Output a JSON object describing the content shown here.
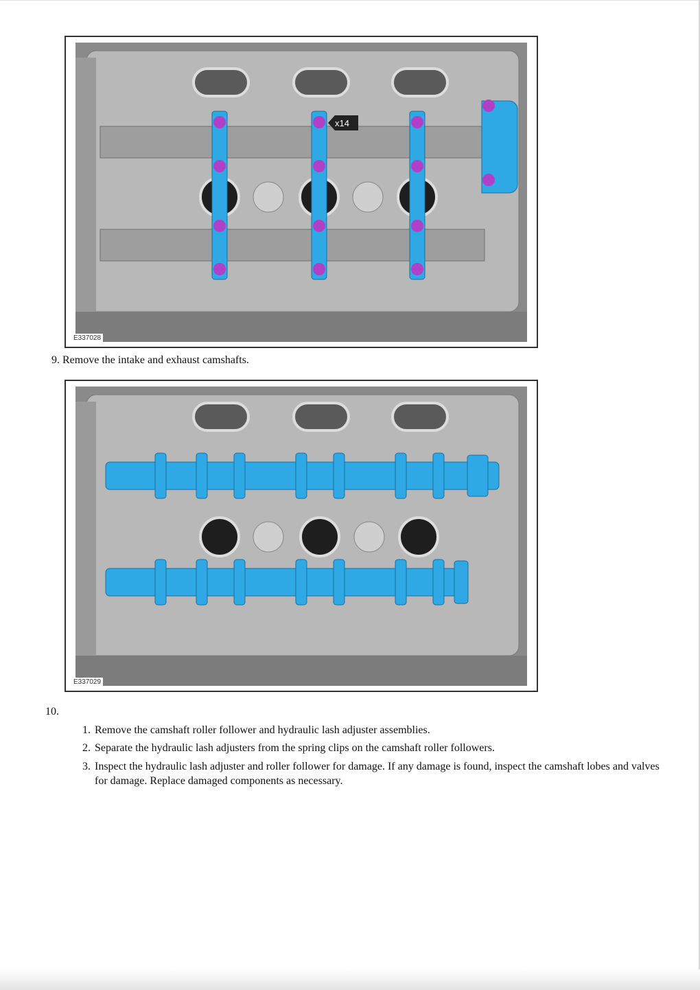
{
  "figures": [
    {
      "label": "E337028",
      "callout": "x14"
    },
    {
      "label": "E337029"
    }
  ],
  "step9": {
    "number": "9.",
    "text": "Remove the intake and exhaust camshafts."
  },
  "step10": {
    "number": "10.",
    "items": [
      {
        "num": "1.",
        "text": "Remove the camshaft roller follower and hydraulic lash adjuster assemblies."
      },
      {
        "num": "2.",
        "text": "Separate the hydraulic lash adjusters from the spring clips on the camshaft roller followers."
      },
      {
        "num": "3.",
        "text": "Inspect the hydraulic lash adjuster and roller follower for damage. If any damage is found, inspect the camshaft lobes and valves for damage. Replace damaged components as necessary."
      }
    ]
  },
  "colors": {
    "highlight_blue": "#2fa8e6",
    "bolt_purple": "#b040c8",
    "casting_gray": "#b5b5b5"
  }
}
